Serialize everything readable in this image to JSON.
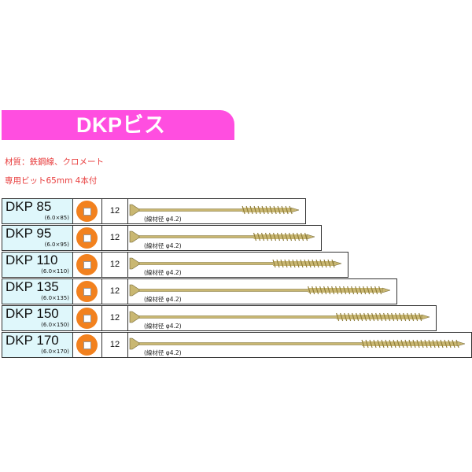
{
  "banner": {
    "title": "DKPビス",
    "color": "#ff4ee0"
  },
  "specs": {
    "material": "材質：鉄鋼線、クロメート",
    "bit": "専用ビット65mm 4本付"
  },
  "products": [
    {
      "model": "DKP 85",
      "size": "(6.0×85)",
      "quantity": "12",
      "wire": "(線材径 φ4.2)"
    },
    {
      "model": "DKP 95",
      "size": "(6.0×95)",
      "quantity": "12",
      "wire": "(線材径 φ4.2)"
    },
    {
      "model": "DKP 110",
      "size": "(6.0×110)",
      "quantity": "12",
      "wire": "(線材径 φ4.2)"
    },
    {
      "model": "DKP 135",
      "size": "(6.0×135)",
      "quantity": "12",
      "wire": "(線材径 φ4.2)"
    },
    {
      "model": "DKP 150",
      "size": "(6.0×150)",
      "quantity": "12",
      "wire": "(線材径 φ4.2)"
    },
    {
      "model": "DKP 170",
      "size": "(6.0×170)",
      "quantity": "12",
      "wire": "(線材径 φ4.2)"
    }
  ],
  "colors": {
    "label_cell": "#dff7fb",
    "washer": "#f2811e",
    "spec_text": "#e83c3c",
    "screw_body": "#c9b772",
    "screw_thread": "#8f7d3a"
  }
}
